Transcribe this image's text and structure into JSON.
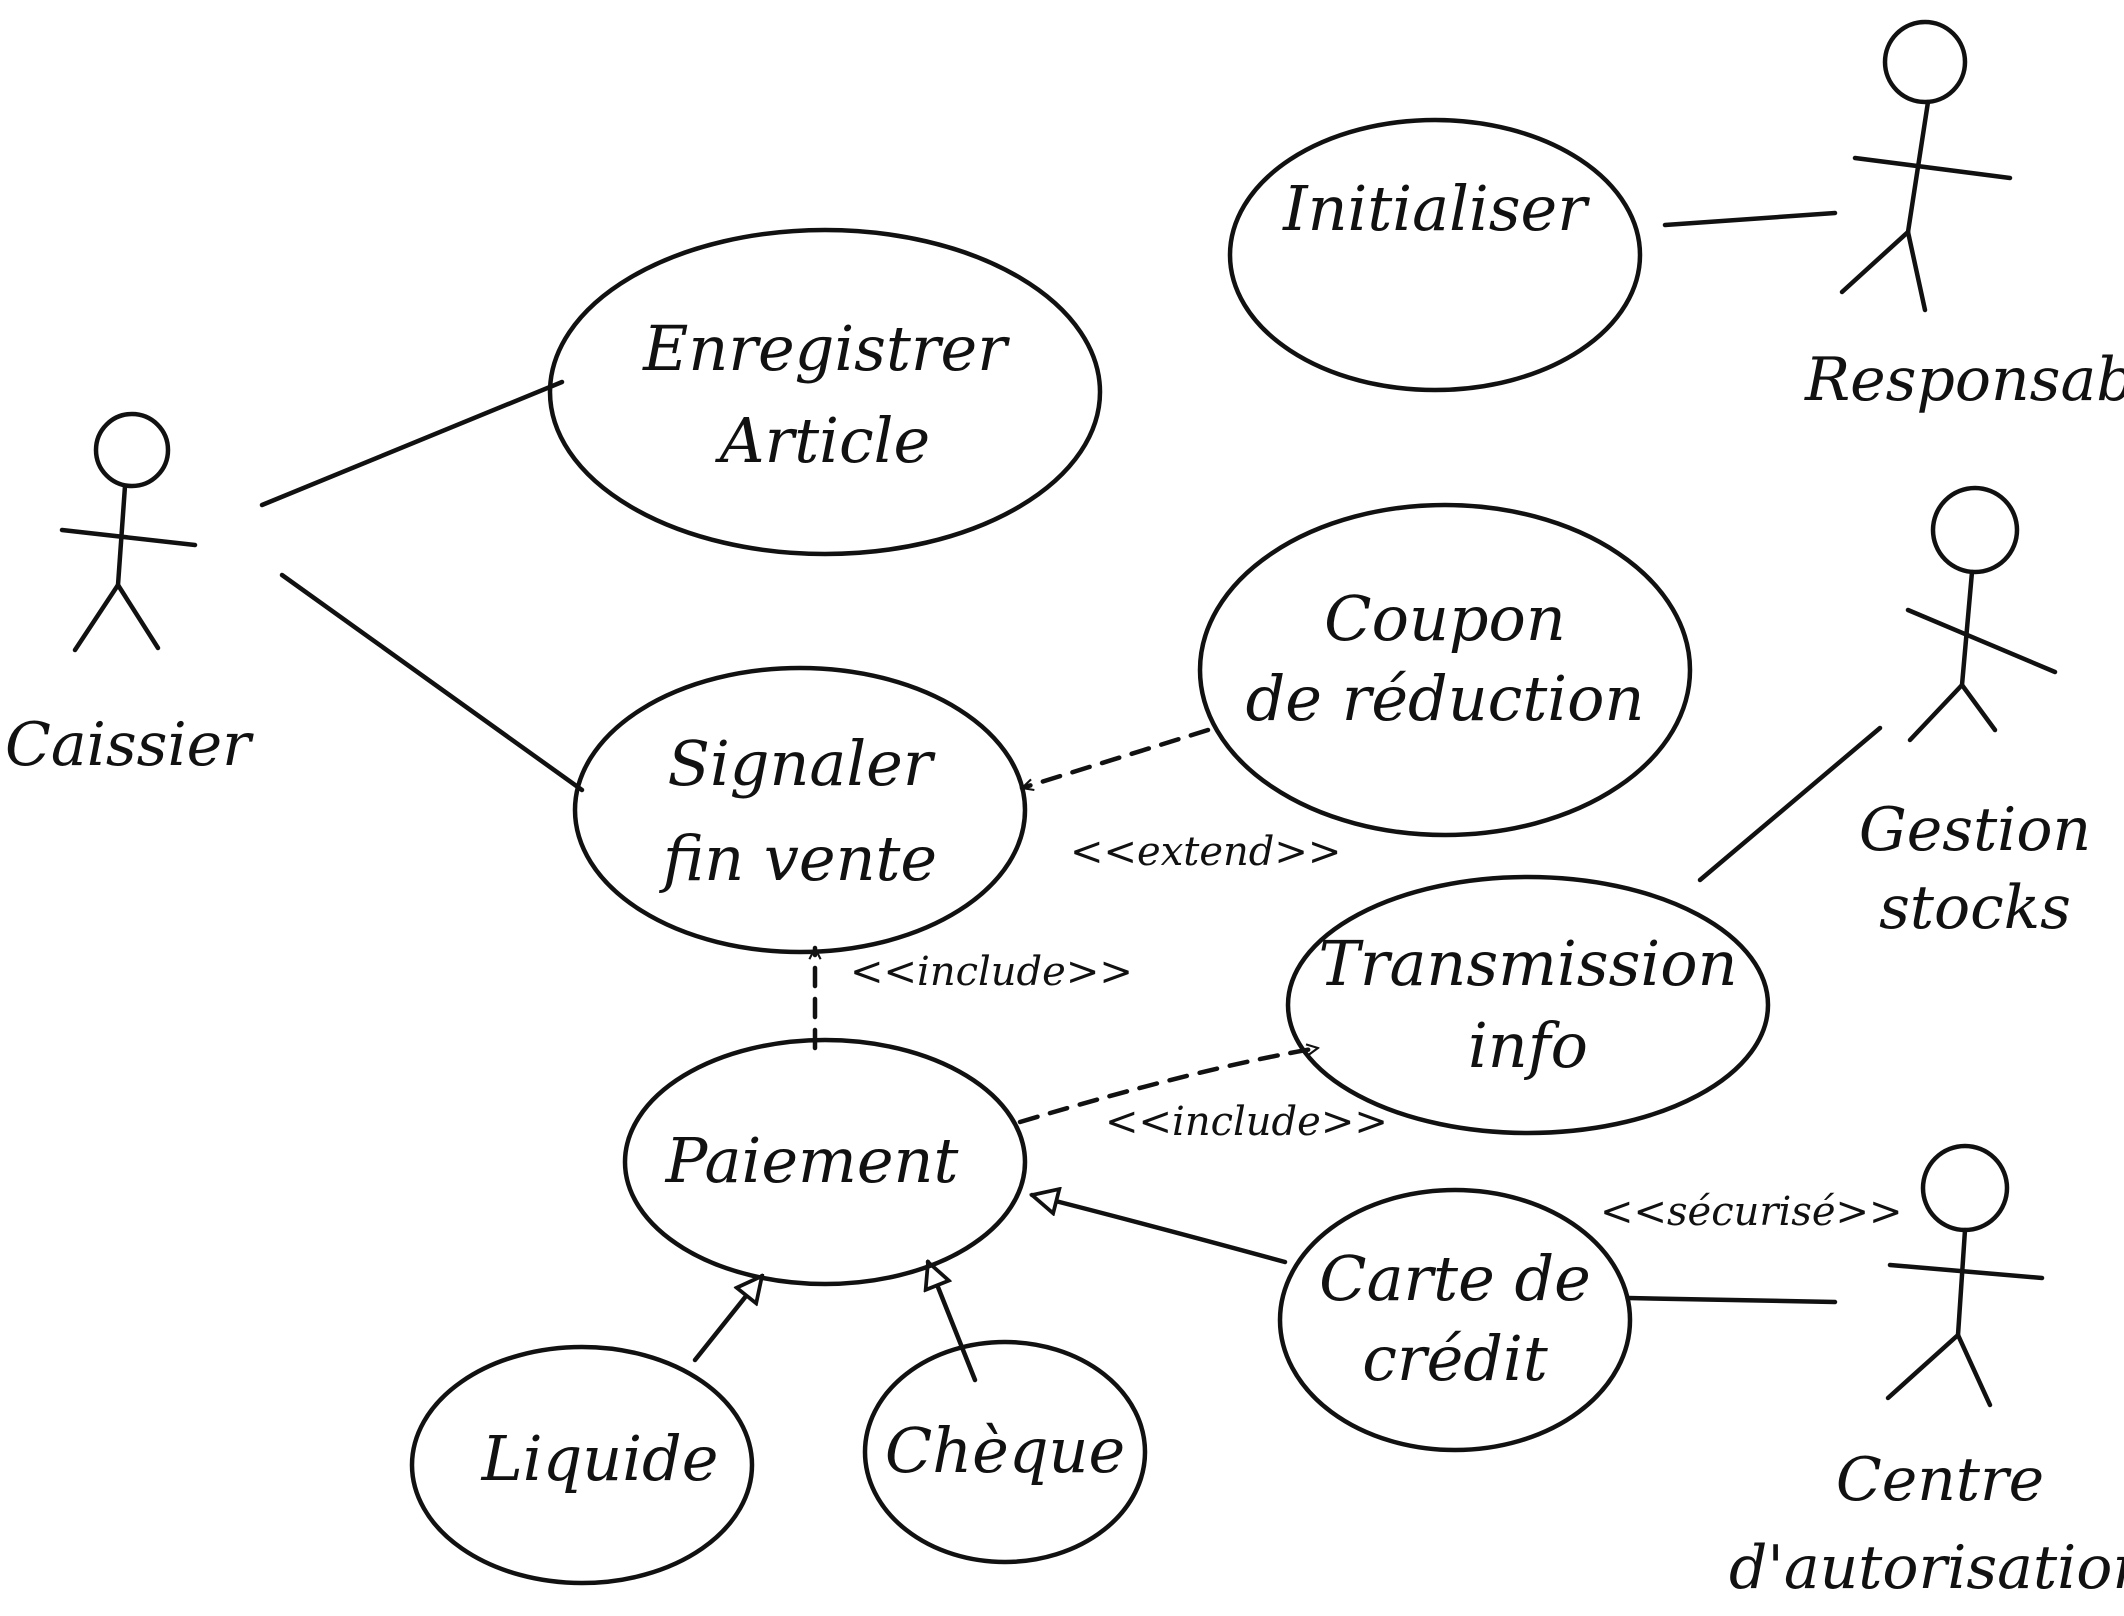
{
  "actors": {
    "caissier": "Caissier",
    "responsable": "Responsable",
    "gestion_stocks": [
      "Gestion",
      "stocks"
    ],
    "centre_autorisation": [
      "Centre",
      "d'autorisation"
    ]
  },
  "use_cases": {
    "initialiser": [
      "Initialiser"
    ],
    "enregistrer_article": [
      "Enregistrer",
      "Article"
    ],
    "coupon_reduction": [
      "Coupon",
      "de réduction"
    ],
    "signaler_fin_vente": [
      "Signaler",
      "fin vente"
    ],
    "transmission_info": [
      "Transmission",
      "info"
    ],
    "paiement": [
      "Paiement"
    ],
    "carte_credit": [
      "Carte de",
      "crédit"
    ],
    "liquide": [
      "Liquide"
    ],
    "cheque": [
      "Chèque"
    ]
  },
  "relations": {
    "coupon_extends_signaler": "<<extend>>",
    "paiement_includes_signaler": "<<include>>",
    "paiement_includes_transmission": "<<include>>",
    "carte_secure_centre": "<<sécurisé>>"
  }
}
